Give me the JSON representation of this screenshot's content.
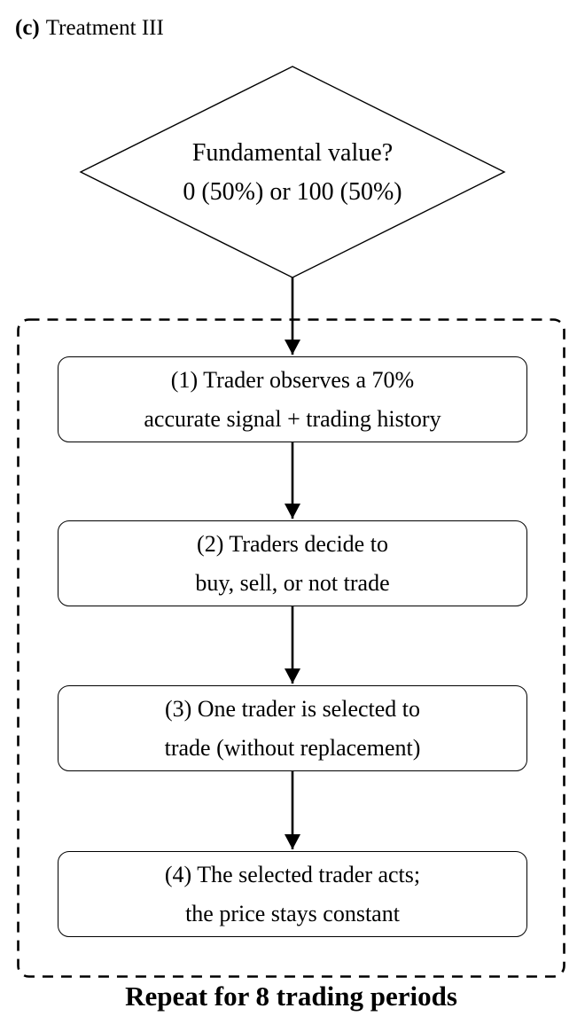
{
  "caption": {
    "index": "(c)",
    "text": "Treatment III"
  },
  "diamond": {
    "line1": "Fundamental value?",
    "line2": "0 (50%) or 100 (50%)"
  },
  "steps": [
    {
      "line1": "(1) Trader observes a 70%",
      "line2": "accurate signal + trading history"
    },
    {
      "line1": "(2) Traders decide to",
      "line2": "buy, sell, or not trade"
    },
    {
      "line1": "(3) One trader is selected to",
      "line2": "trade (without replacement)"
    },
    {
      "line1": "(4) The selected trader acts;",
      "line2": "the price stays constant"
    }
  ],
  "loop_label": "Repeat for 8 trading periods",
  "colors": {
    "ink": "#000000",
    "background": "#ffffff"
  }
}
